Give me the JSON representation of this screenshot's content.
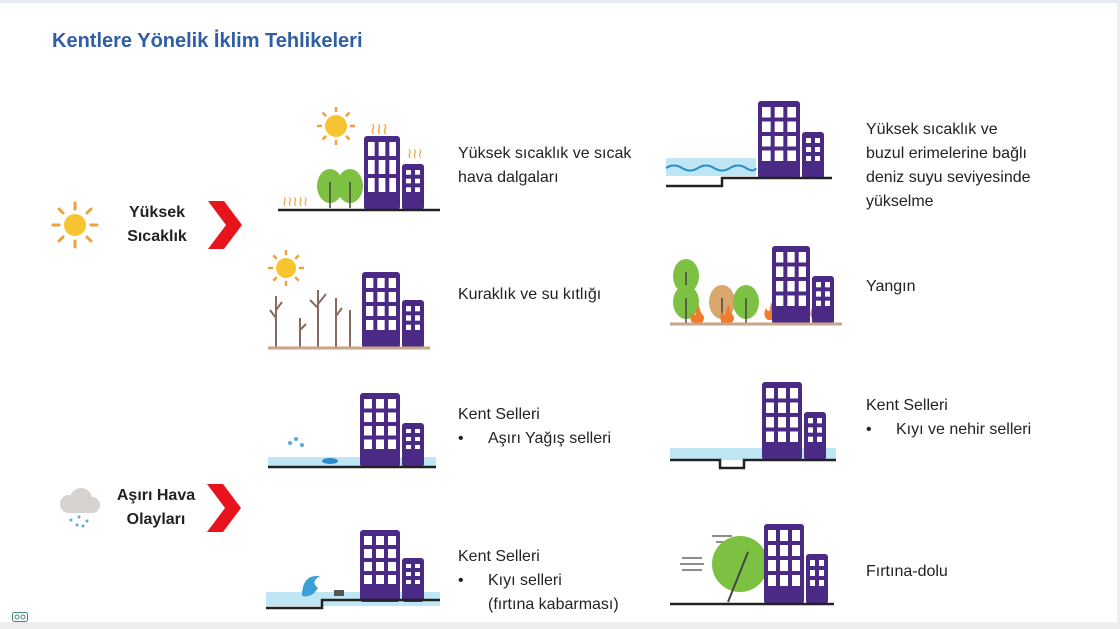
{
  "title": "Kentlere Yönelik İklim Tehlikeleri",
  "categories": [
    {
      "label_line1": "Yüksek",
      "label_line2": "Sıcaklık",
      "icon": "sun-icon"
    },
    {
      "label_line1": "Aşırı Hava",
      "label_line2": "Olayları",
      "icon": "rain-cloud-icon"
    }
  ],
  "hazards": [
    {
      "line1": "Yüksek sıcaklık ve sıcak",
      "line2": "hava dalgaları",
      "type": "heat"
    },
    {
      "line1": "Yüksek sıcaklık ve",
      "line2": "buzul erimelerine bağlı",
      "line3": "deniz suyu seviyesinde",
      "line4": "yükselme",
      "type": "sea"
    },
    {
      "line1": "Kuraklık ve su kıtlığı",
      "type": "drought"
    },
    {
      "line1": "Yangın",
      "type": "fire"
    },
    {
      "line1": "Kent Selleri",
      "bullet": "Aşırı Yağış selleri",
      "type": "rainflood"
    },
    {
      "line1": "Kent Selleri",
      "bullet": "Kıyı ve nehir selleri",
      "type": "riverflood"
    },
    {
      "line1": "Kent Selleri",
      "bullet": "Kıyı selleri",
      "bullet_cont": "(fırtına kabarması)",
      "type": "coastal"
    },
    {
      "line1": "Fırtına-dolu",
      "type": "storm"
    }
  ],
  "colors": {
    "title": "#2f5ea4",
    "building": "#4b2a85",
    "chevron": "#e8141b",
    "water": "#bfe6f5",
    "sun": "#f7c531"
  }
}
